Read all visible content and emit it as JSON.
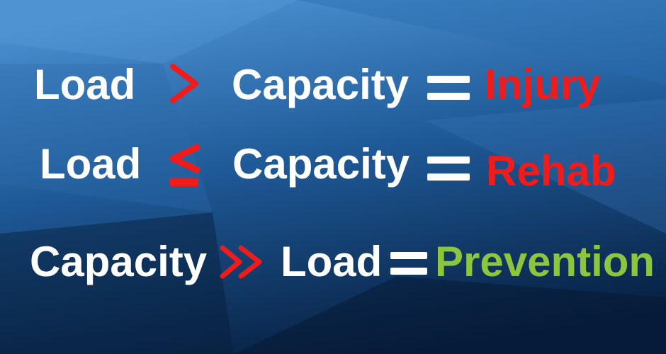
{
  "colors": {
    "text": "#ffffff",
    "red": "#f01c1c",
    "green": "#8cc63f",
    "bg_top": "#3f82c4",
    "bg_bottom": "#0a2a52"
  },
  "rows": [
    {
      "left": "Load",
      "operator": "greater-than",
      "right": "Capacity",
      "equals": "equals",
      "result": "Injury"
    },
    {
      "left": "Load",
      "operator": "less-than-or-equal",
      "right": "Capacity",
      "equals": "equals",
      "result": "Rehab"
    },
    {
      "left": "Capacity",
      "operator": "much-greater-than",
      "right": "Load",
      "equals": "equals",
      "result": "Prevention"
    }
  ]
}
